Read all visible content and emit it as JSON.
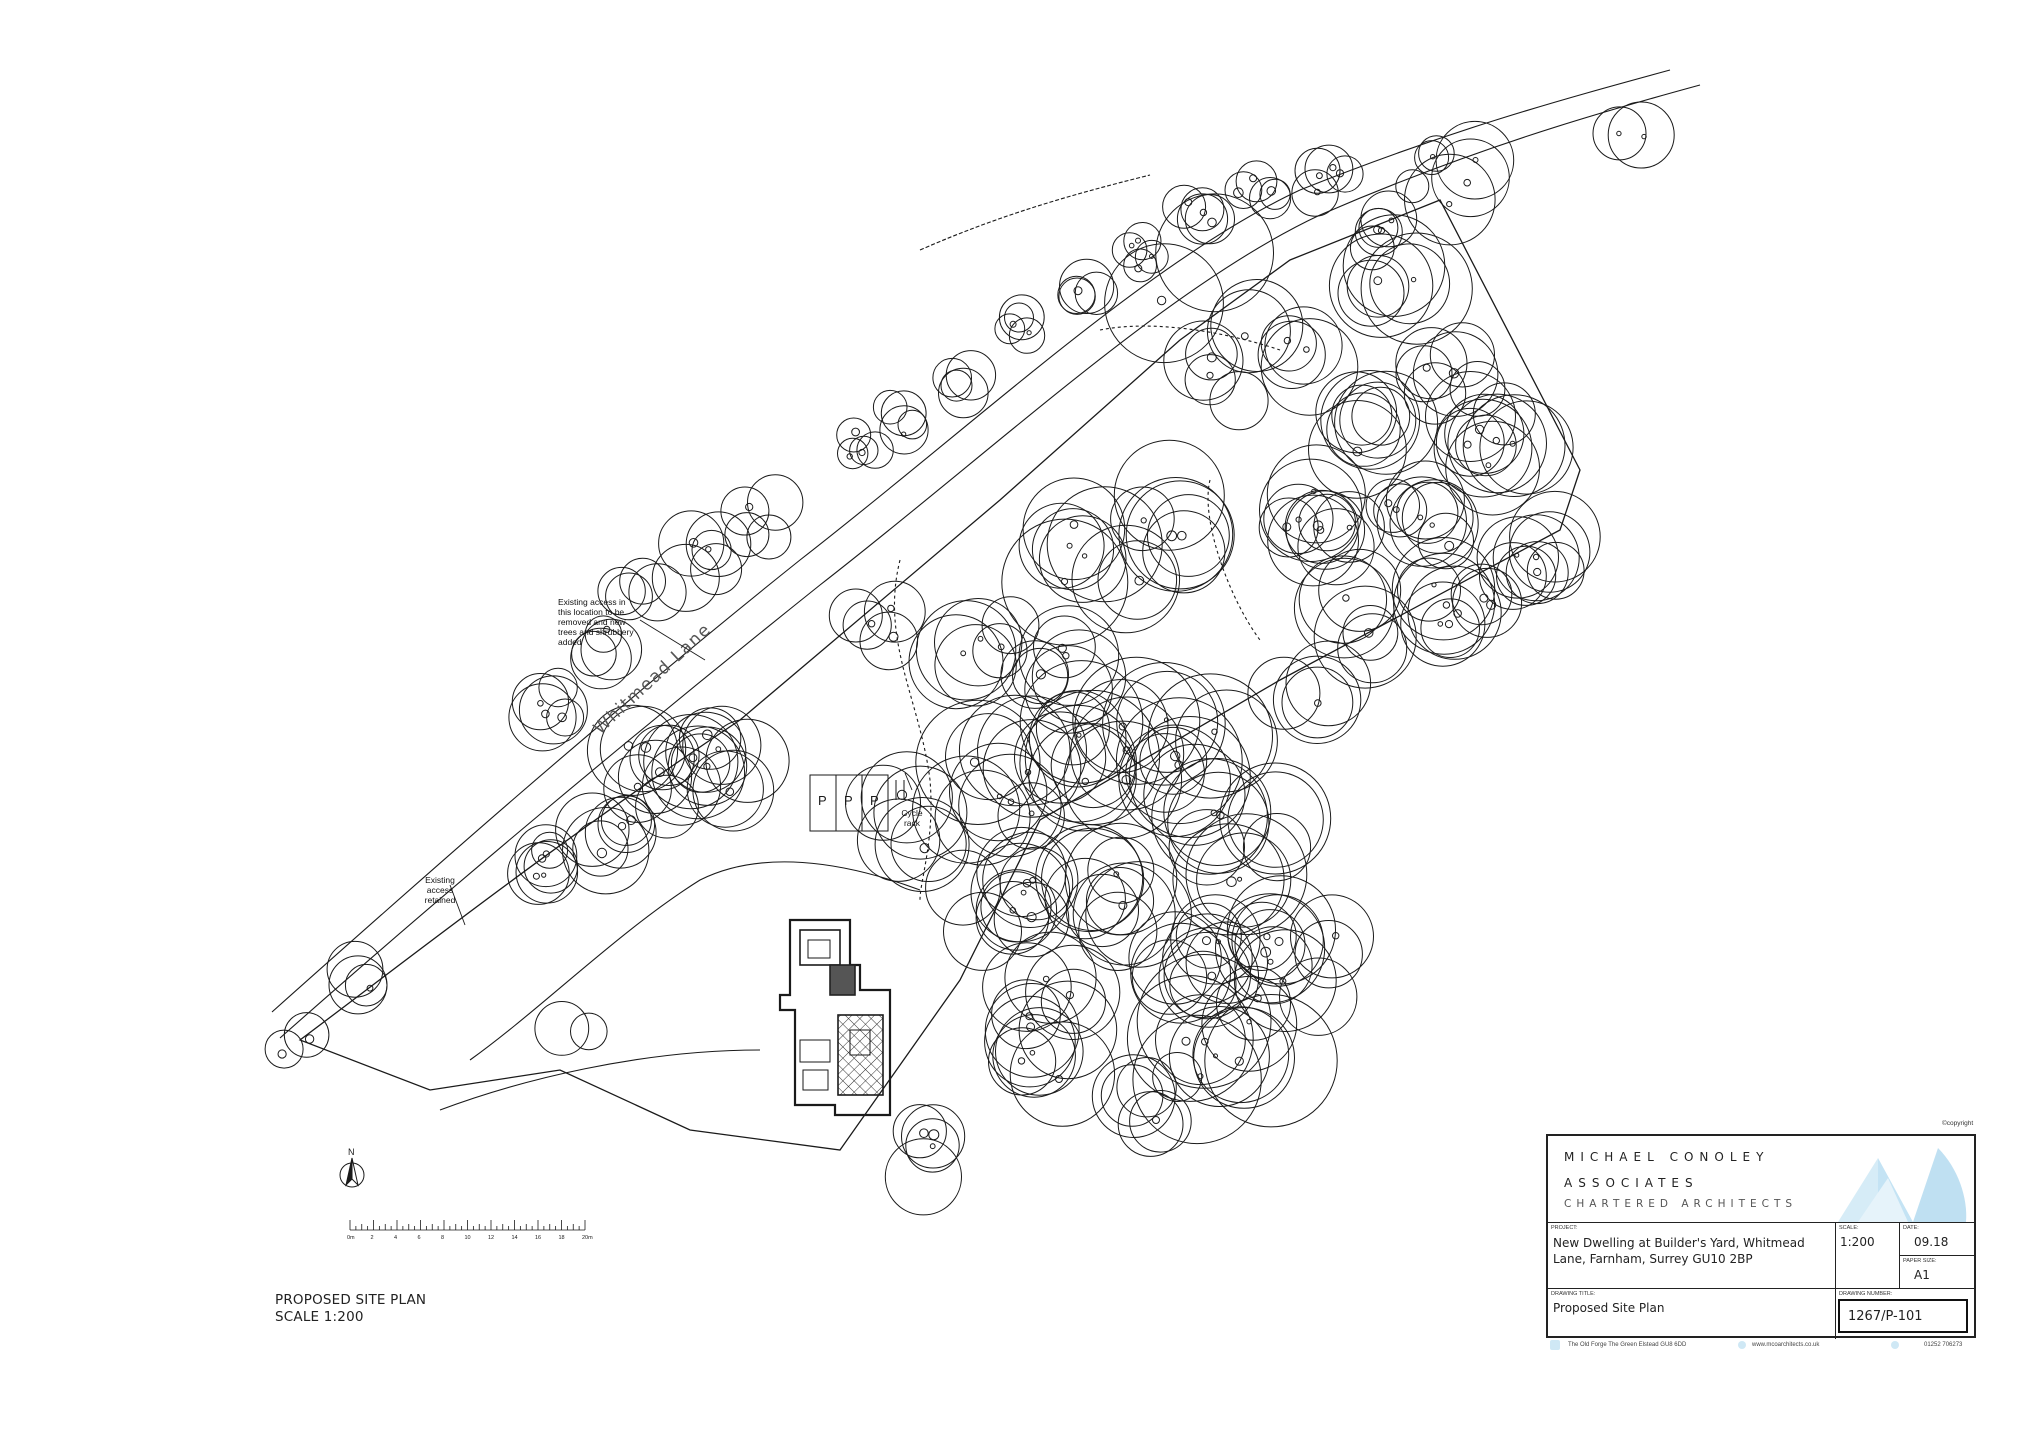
{
  "notes": {
    "existing_access_removed": "Existing access in this location to be removed and new trees and shrubbery added",
    "existing_access_retained": "Existing access retained",
    "road_name": "Whitmead Lane",
    "cycle_rack": "Cycle rack",
    "parking_bay_label": "P"
  },
  "north_arrow": {
    "letter": "N"
  },
  "scale_bar": {
    "labels": [
      "0m",
      "2",
      "4",
      "6",
      "8",
      "10",
      "12",
      "14",
      "16",
      "18",
      "20m"
    ]
  },
  "caption": {
    "title": "PROPOSED SITE PLAN",
    "scale": "SCALE 1:200"
  },
  "title_block": {
    "firm_line1": "MICHAEL CONOLEY",
    "firm_line2": "ASSOCIATES",
    "firm_subtitle": "CHARTERED ARCHITECTS",
    "project_label": "PROJECT:",
    "project": "New Dwelling at Builder's Yard, Whitmead Lane, Farnham, Surrey GU10 2BP",
    "scale_label": "SCALE:",
    "scale": "1:200",
    "date_label": "DATE:",
    "date": "09.18",
    "paper_label": "PAPER SIZE:",
    "paper": "A1",
    "drawing_title_label": "DRAWING TITLE:",
    "drawing_title": "Proposed Site Plan",
    "drawing_number_label": "DRAWING NUMBER:",
    "drawing_number": "1267/P-101",
    "copyright": "©copyright",
    "footer_address": "The Old Forge The Green Elstead GU8 6DD",
    "footer_web": "www.mcoarchitects.co.uk",
    "footer_phone": "01252 706273"
  },
  "colors": {
    "line": "#1a1a1a",
    "logo_blue": "#bfe0f2"
  }
}
